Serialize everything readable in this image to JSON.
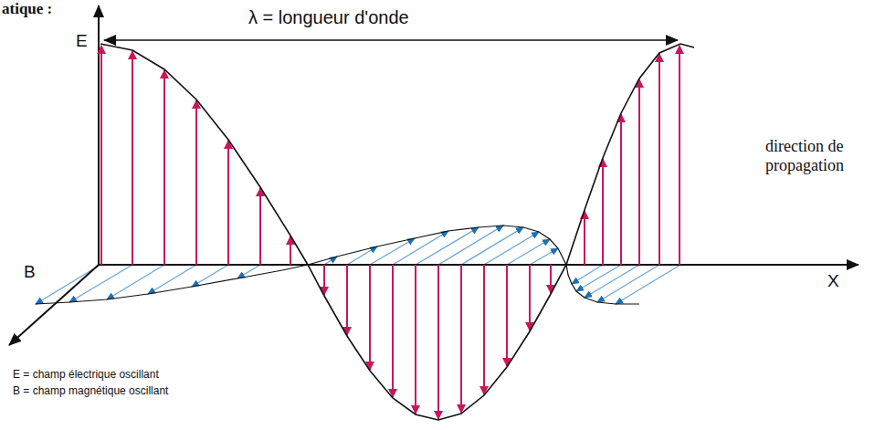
{
  "diagram": {
    "labels": [
      "atique :",
      "λ = longueur d'onde",
      "E",
      "B",
      "X",
      "direction de propagation",
      "E = champ électrique oscillant",
      "B = champ magnétique oscillant"
    ]
  }
}
